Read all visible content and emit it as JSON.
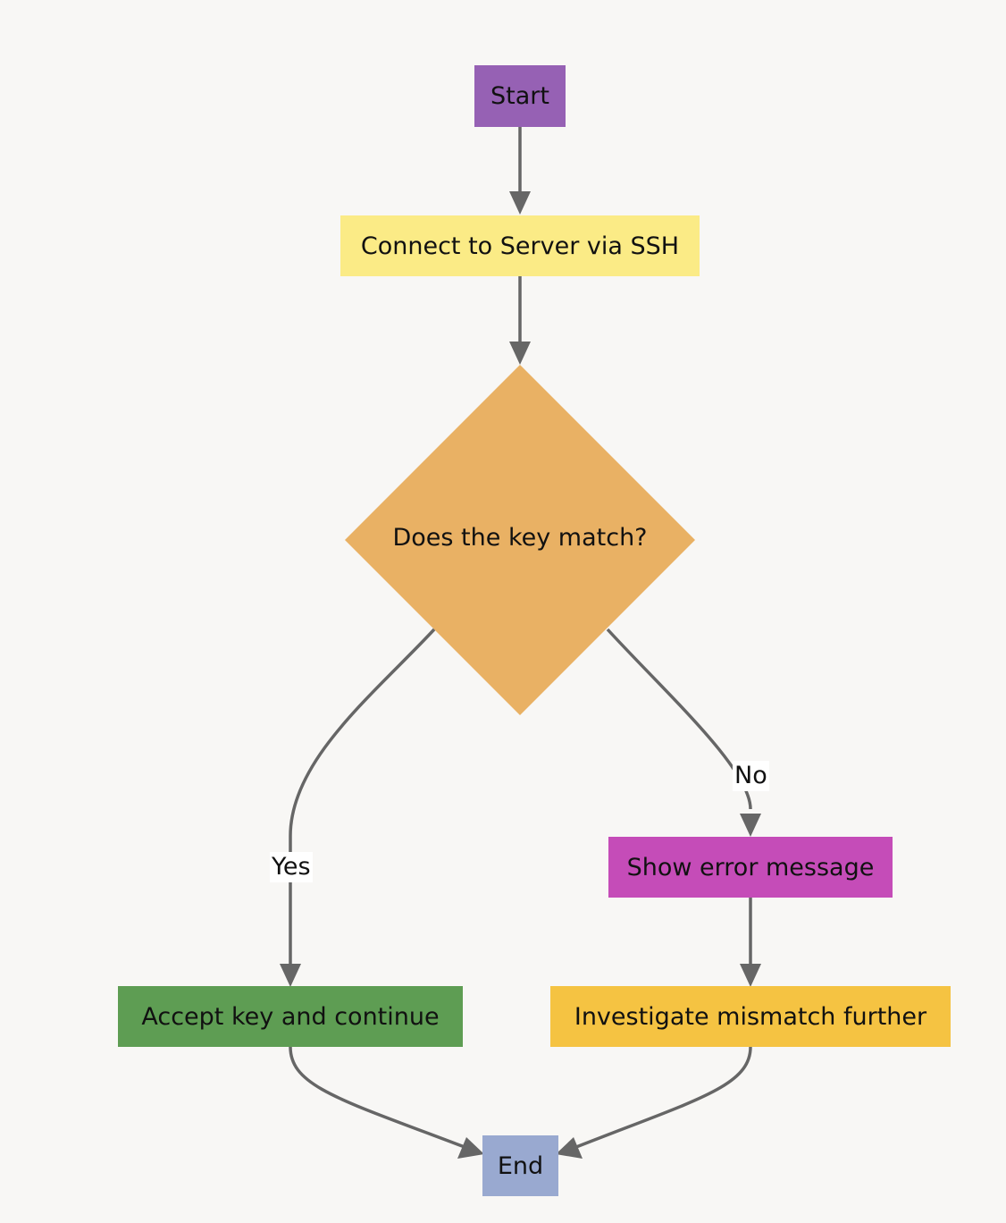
{
  "diagram": {
    "nodes": {
      "start": {
        "label": "Start",
        "color": "#9661b4"
      },
      "connect": {
        "label": "Connect to Server via SSH",
        "color": "#fbeb86"
      },
      "decision": {
        "label": "Does the key match?",
        "color": "#e9b164"
      },
      "error": {
        "label": "Show error message",
        "color": "#c54cb8"
      },
      "accept": {
        "label": "Accept key and continue",
        "color": "#5e9d53"
      },
      "investigate": {
        "label": "Investigate mismatch further",
        "color": "#f5c342"
      },
      "end": {
        "label": "End",
        "color": "#99a9d0"
      }
    },
    "edges": {
      "yes_label": "Yes",
      "no_label": "No"
    },
    "edge_color": "#666666"
  }
}
